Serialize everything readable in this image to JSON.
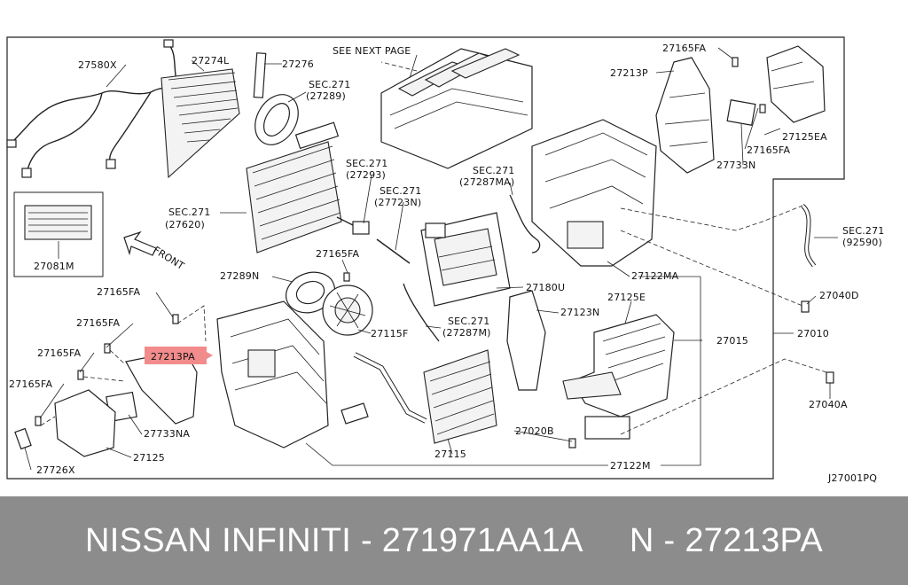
{
  "diagram": {
    "reference_code": "J27001PQ",
    "front_label": "FRONT",
    "highlight_color": "#f28b8b",
    "labels": {
      "p27580X": "27580X",
      "p27274L": "27274L",
      "p27276": "27276",
      "sec_27289_a": "SEC.271",
      "sec_27289_b": "(27289)",
      "see_next_page": "SEE NEXT PAGE",
      "p27165FA_top": "27165FA",
      "p27213P": "27213P",
      "p27165FA_right": "27165FA",
      "p27125EA": "27125EA",
      "p27733N": "27733N",
      "sec_27620_a": "SEC.271",
      "sec_27620_b": "(27620)",
      "sec_27293_a": "SEC.271",
      "sec_27293_b": "(27293)",
      "sec_27287MA_a": "SEC.271",
      "sec_27287MA_b": "(27287MA)",
      "sec_27723N_a": "SEC.271",
      "sec_27723N_b": "(27723N)",
      "sec_92590_a": "SEC.271",
      "sec_92590_b": "(92590)",
      "p27081M": "27081M",
      "p27289N": "27289N",
      "p27165FA_mid": "27165FA",
      "p27165FA_left1": "27165FA",
      "p27122MA": "27122MA",
      "p27040D": "27040D",
      "p27180U": "27180U",
      "p27165FA_left2": "27165FA",
      "p27123N": "27123N",
      "p27125E": "27125E",
      "p27115F": "27115F",
      "sec_27287M_a": "SEC.271",
      "sec_27287M_b": "(27287M)",
      "p27010": "27010",
      "p27015": "27015",
      "p27165FA_left3": "27165FA",
      "p27213PA": "27213PA",
      "p27040A": "27040A",
      "p27165FA_left4": "27165FA",
      "p27733NA": "27733NA",
      "p27020B": "27020B",
      "p27125": "27125",
      "p27115": "27115",
      "p27726X": "27726X",
      "p27122M": "27122M"
    }
  },
  "footer": {
    "text": "NISSAN INFINITI - 271971AA1A     N - 27213PA"
  }
}
